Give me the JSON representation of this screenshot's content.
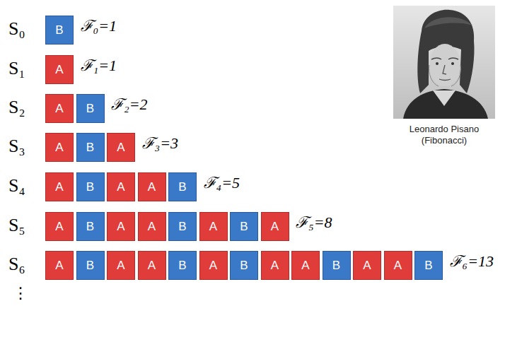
{
  "diagram": {
    "nodes": [
      {
        "text": [
          "B"
        ]
      },
      {
        "text": [
          "A"
        ]
      },
      {
        "text": [
          "A"
        ]
      },
      {
        "text": [
          "B"
        ]
      },
      {
        "text": [
          "A"
        ]
      },
      {
        "text": [
          "B"
        ]
      },
      {
        "text": [
          "A"
        ]
      },
      {
        "text": [
          "A"
        ]
      },
      {
        "text": [
          "B"
        ]
      },
      {
        "text": [
          "A"
        ]
      },
      {
        "text": [
          "A"
        ]
      },
      {
        "text": [
          "B"
        ]
      },
      {
        "text": [
          "A"
        ]
      },
      {
        "text": [
          "B"
        ]
      },
      {
        "text": [
          "A"
        ]
      },
      {
        "text": [
          "A"
        ]
      },
      {
        "text": [
          "B"
        ]
      },
      {
        "text": [
          "A"
        ]
      },
      {
        "text": [
          "B"
        ]
      },
      {
        "text": [
          "A"
        ]
      },
      {
        "text": [
          "A"
        ]
      },
      {
        "text": [
          "B"
        ]
      },
      {
        "text": [
          "A"
        ]
      },
      {
        "text": [
          "A"
        ]
      },
      {
        "text": [
          "B"
        ]
      },
      {
        "text": [
          "A"
        ]
      },
      {
        "text": [
          "B"
        ]
      },
      {
        "text": [
          "A"
        ]
      },
      {
        "text": [
          "A"
        ]
      },
      {
        "text": [
          "B"
        ]
      },
      {
        "text": [
          "A"
        ]
      },
      {
        "text": [
          "A"
        ]
      },
      {
        "text": [
          "B"
        ]
      }
    ],
    "labels": [
      "S₀",
      "ℱ₀=1",
      "S₁",
      "ℱ₁=1",
      "S₂",
      "ℱ₂=2",
      "S₃",
      "ℱ₃=3",
      "S₄",
      "ℱ₄=5",
      "S₅",
      "ℱ₅=8",
      "S₆",
      "ℱ₆=13",
      "Leonardo Pisano (Fibonacci)",
      "⋮"
    ]
  }
}
